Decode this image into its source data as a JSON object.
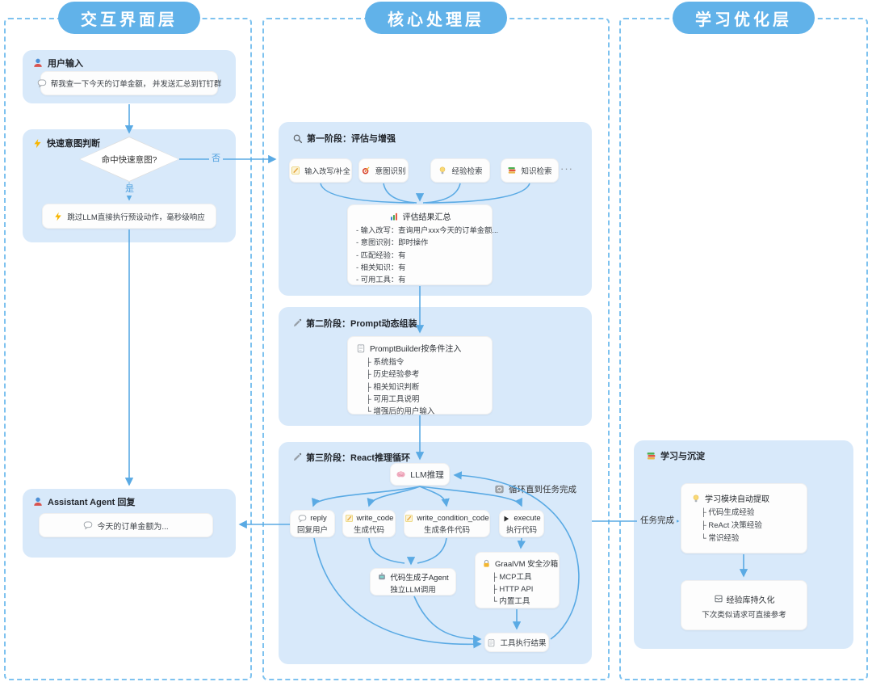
{
  "colors": {
    "accent": "#61B2E9",
    "arrow": "#5AAAE4",
    "panel_border": "#7EC2EF",
    "box_fill": "#D8E9FA"
  },
  "layers": {
    "interaction": {
      "title": "交互界面层"
    },
    "core": {
      "title": "核心处理层"
    },
    "learning": {
      "title": "学习优化层"
    }
  },
  "interaction": {
    "user_input": {
      "icon": "user-icon",
      "title": "用户输入",
      "message_icon": "chat-bubble-icon",
      "message": "帮我查一下今天的订单金额， 并发送汇总到钉钉群"
    },
    "quick_intent": {
      "icon": "lightning-icon",
      "title": "快速意图判断",
      "decision": "命中快速意图?",
      "yes_label": "是",
      "no_label": "否",
      "fast_path_icon": "lightning-icon",
      "fast_path": "跳过LLM直接执行预设动作，毫秒级响应"
    },
    "assistant_reply": {
      "icon": "user-icon",
      "title": "Assistant Agent 回复",
      "message_icon": "chat-bubble-icon",
      "message": "今天的订单金额为..."
    }
  },
  "core": {
    "stage1": {
      "icon": "search-icon",
      "title": "第一阶段：评估与增强",
      "more": "···",
      "chips": [
        {
          "icon": "memo-icon",
          "label": "输入改写/补全"
        },
        {
          "icon": "target-icon",
          "label": "意图识别"
        },
        {
          "icon": "bulb-icon",
          "label": "经验检索"
        },
        {
          "icon": "books-icon",
          "label": "知识检索"
        }
      ],
      "summary": {
        "icon": "bar-chart-icon",
        "title": "评估结果汇总",
        "lines": [
          "- 输入改写：查询用户xxx今天的订单金额...",
          "- 意图识别：即时操作",
          "- 匹配经验：有",
          "- 相关知识：有",
          "- 可用工具：有"
        ]
      }
    },
    "stage2": {
      "icon": "pencil-icon",
      "title": "第二阶段：Prompt动态组装",
      "builder": {
        "icon": "clipboard-icon",
        "title": "PromptBuilder按条件注入",
        "items": [
          "├ 系统指令",
          "├ 历史经验参考",
          "├ 相关知识判断",
          "├ 可用工具说明",
          "└ 增强后的用户输入"
        ]
      }
    },
    "stage3": {
      "icon": "pencil-icon",
      "title": "第三阶段：React推理循环",
      "llm": {
        "icon": "brain-icon",
        "label": "LLM推理"
      },
      "loop_note": {
        "icon": "loop-icon",
        "label": "循环直到任务完成"
      },
      "actions": [
        {
          "icon": "chat-bubble-icon",
          "name": "reply",
          "desc": "回复用户"
        },
        {
          "icon": "memo-icon",
          "name": "write_code",
          "desc": "生成代码"
        },
        {
          "icon": "memo-icon",
          "name": "write_condition_code",
          "desc": "生成条件代码"
        },
        {
          "icon": "play-icon",
          "name": "execute",
          "desc": "执行代码"
        }
      ],
      "sandbox": {
        "icon": "lock-icon",
        "title": "GraalVM 安全沙箱",
        "items": [
          "├ MCP工具",
          "├ HTTP API",
          "└ 内置工具"
        ]
      },
      "code_agent": {
        "icon": "robot-icon",
        "line1": "代码生成子Agent",
        "line2": "独立LLM调用"
      },
      "tool_result": {
        "icon": "clipboard-icon",
        "label": "工具执行结果"
      }
    }
  },
  "learning": {
    "section": {
      "icon": "books-icon",
      "title": "学习与沉淀"
    },
    "task_done_label": "任务完成",
    "extract": {
      "icon": "bulb-icon",
      "title": "学习模块自动提取",
      "items": [
        "├ 代码生成经验",
        "├ ReAct 决策经验",
        "└ 常识经验"
      ]
    },
    "persist": {
      "icon": "archive-box-icon",
      "line1": "经验库持久化",
      "line2": "下次类似请求可直接参考"
    }
  }
}
